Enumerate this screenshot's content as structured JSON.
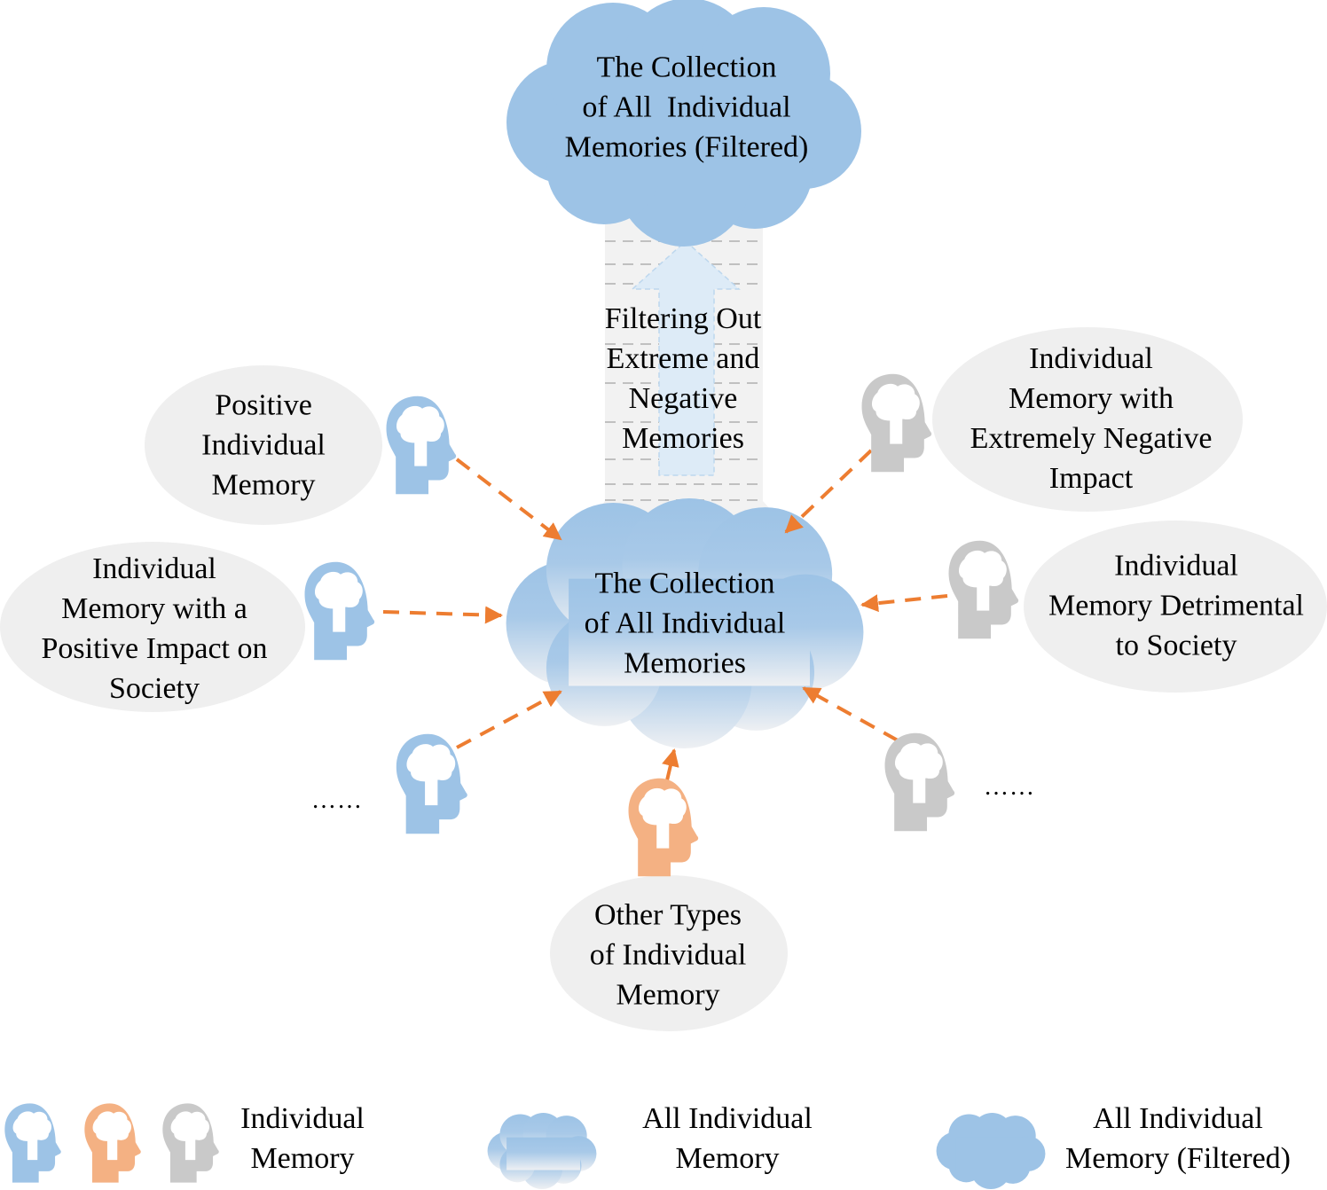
{
  "colors": {
    "blue": "#9dc3e6",
    "orange": "#f4b183",
    "gray": "#c9c9c9",
    "arrow": "#ed7d31",
    "bubble": "#efefef",
    "column": "#f2f2f2",
    "dash": "#c0c0c0",
    "up_arrow": "#ddebf7"
  },
  "top_cloud": {
    "lines": [
      "The Collection",
      "of All  Individual",
      "Memories (Filtered)"
    ]
  },
  "filter_step": {
    "lines": [
      "Filtering Out",
      "Extreme and",
      "Negative",
      "Memories"
    ]
  },
  "center_cloud": {
    "lines": [
      "The Collection",
      "of All Individual",
      "Memories"
    ]
  },
  "nodes": [
    {
      "id": "positive",
      "icon": "head-brain-icon",
      "color": "blue",
      "lines": [
        "Positive",
        "Individual",
        "Memory"
      ]
    },
    {
      "id": "positive-impact",
      "icon": "head-brain-icon",
      "color": "blue",
      "lines": [
        "Individual",
        "Memory with a",
        "Positive Impact on",
        "Society"
      ]
    },
    {
      "id": "blue-more",
      "icon": "head-brain-icon",
      "color": "blue",
      "ellipsis": "……"
    },
    {
      "id": "other",
      "icon": "head-brain-icon",
      "color": "orange",
      "lines": [
        "Other Types",
        "of Individual",
        "Memory"
      ]
    },
    {
      "id": "gray-more",
      "icon": "head-brain-icon",
      "color": "gray",
      "ellipsis": "……"
    },
    {
      "id": "detrimental",
      "icon": "head-brain-icon",
      "color": "gray",
      "lines": [
        "Individual",
        "Memory Detrimental",
        "to Society"
      ]
    },
    {
      "id": "extreme-negative",
      "icon": "head-brain-icon",
      "color": "gray",
      "lines": [
        "Individual",
        "Memory with",
        "Extremely Negative",
        "Impact"
      ]
    }
  ],
  "legend": [
    {
      "id": "individual-memory",
      "lines": [
        "Individual",
        "Memory"
      ]
    },
    {
      "id": "all-individual-memory",
      "lines": [
        "All Individual",
        "Memory"
      ]
    },
    {
      "id": "all-individual-memory-filtered",
      "lines": [
        "All Individual",
        "Memory (Filtered)"
      ]
    }
  ]
}
